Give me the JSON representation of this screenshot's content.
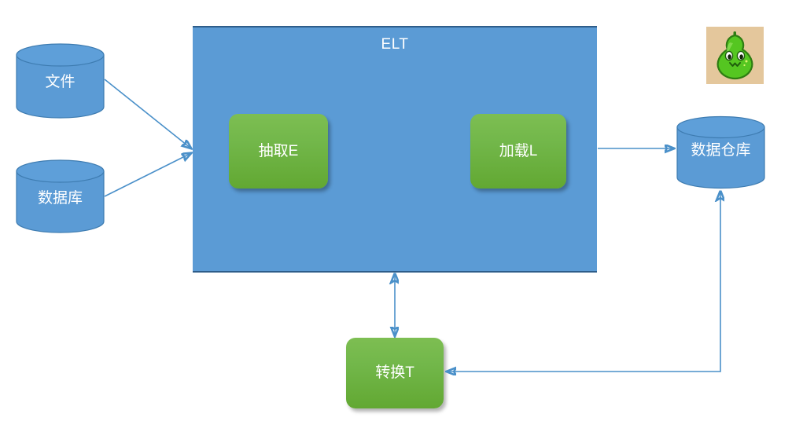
{
  "diagram": {
    "title": "ELT",
    "container": {
      "label": "ELT",
      "fill_color": "#5B9BD5",
      "border_color": "#2E5D8A"
    },
    "sources": [
      {
        "id": "file",
        "label": "文件",
        "shape": "cylinder",
        "color": "#5B9BD5"
      },
      {
        "id": "database",
        "label": "数据库",
        "shape": "cylinder",
        "color": "#5B9BD5"
      }
    ],
    "processes": [
      {
        "id": "extract",
        "label": "抽取E",
        "shape": "rounded-rect",
        "color": "#70B648"
      },
      {
        "id": "load",
        "label": "加载L",
        "shape": "rounded-rect",
        "color": "#70B648"
      },
      {
        "id": "transform",
        "label": "转换T",
        "shape": "rounded-rect",
        "color": "#70B648"
      }
    ],
    "targets": [
      {
        "id": "warehouse",
        "label": "数据仓库",
        "shape": "cylinder",
        "color": "#5B9BD5"
      }
    ],
    "connectors": [
      {
        "id": "file-to-elt",
        "from": "file",
        "to": "elt-container",
        "arrowheads": "end",
        "color": "#4A90C9"
      },
      {
        "id": "database-to-elt",
        "from": "database",
        "to": "elt-container",
        "arrowheads": "end",
        "color": "#4A90C9"
      },
      {
        "id": "load-to-warehouse",
        "from": "elt-container",
        "to": "warehouse",
        "arrowheads": "end",
        "color": "#4A90C9"
      },
      {
        "id": "elt-to-transform",
        "from": "elt-container",
        "to": "transform",
        "arrowheads": "both",
        "color": "#4A90C9"
      },
      {
        "id": "warehouse-to-transform",
        "from": "warehouse",
        "to": "transform",
        "arrowheads": "both",
        "color": "#4A90C9"
      }
    ],
    "mascot": {
      "name": "gourd-mascot",
      "body_color": "#55C621",
      "background_color": "#E4C79C",
      "stem_color": "#2E7D12"
    }
  }
}
